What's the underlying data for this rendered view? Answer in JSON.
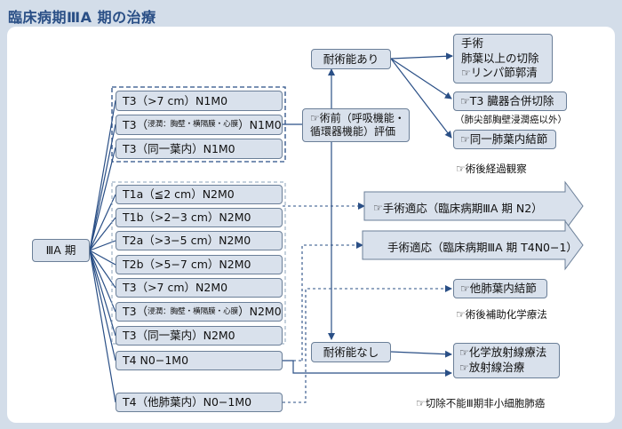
{
  "title": "臨床病期ⅢA 期の治療",
  "stage_label": "ⅢA 期",
  "group1": [
    {
      "pre": "T3（>7 cm）N1M0",
      "small": "",
      "post": ""
    },
    {
      "pre": "T3（",
      "small": "浸潤：胸壁・横隔膜・心膜",
      "post": "）N1M0"
    },
    {
      "pre": "T3（同一葉内）N1M0",
      "small": "",
      "post": ""
    }
  ],
  "group2": [
    {
      "pre": "T1a（≦2 cm）N2M0",
      "small": "",
      "post": ""
    },
    {
      "pre": "T1b（>2−3 cm）N2M0",
      "small": "",
      "post": ""
    },
    {
      "pre": "T2a（>3−5 cm）N2M0",
      "small": "",
      "post": ""
    },
    {
      "pre": "T2b（>5−7 cm）N2M0",
      "small": "",
      "post": ""
    },
    {
      "pre": "T3（>7 cm）N2M0",
      "small": "",
      "post": ""
    },
    {
      "pre": "T3（",
      "small": "浸潤：胸壁・横隔膜・心膜",
      "post": "）N2M0"
    },
    {
      "pre": "T3（同一葉内）N2M0",
      "small": "",
      "post": ""
    }
  ],
  "t4_n0": "T4 N0−1M0",
  "t4_other": "T4（他肺葉内）N0−1M0",
  "preop_eval": {
    "line1": "術前（呼吸機能・",
    "line2": "循環器機能）評価"
  },
  "operable": "耐術能あり",
  "inoperable": "耐術能なし",
  "surgery_box": {
    "line1": "手術",
    "line2": "肺葉以上の切除",
    "line3": "リンパ節郭清"
  },
  "t3_resection": "T3 臓器合併切除",
  "t3_note": "（肺尖部胸壁浸潤癌以外）",
  "same_lobe_nodule": "同一肺葉内結節",
  "postop_observation": "術後経過観察",
  "surgery_indication_n2": "手術適応（臨床病期ⅢA 期 N2）",
  "surgery_indication_t4": "手術適応（臨床病期ⅢA 期 T4N0−1）",
  "other_lobe_nodule": "他肺葉内結節",
  "postop_chemo": "術後補助化学療法",
  "chemoradiation": "化学放射線療法",
  "radiotherapy": "放射線治療",
  "unresectable_ref": "切除不能Ⅲ期非小細胞肺癌",
  "ref_icon": "☞"
}
